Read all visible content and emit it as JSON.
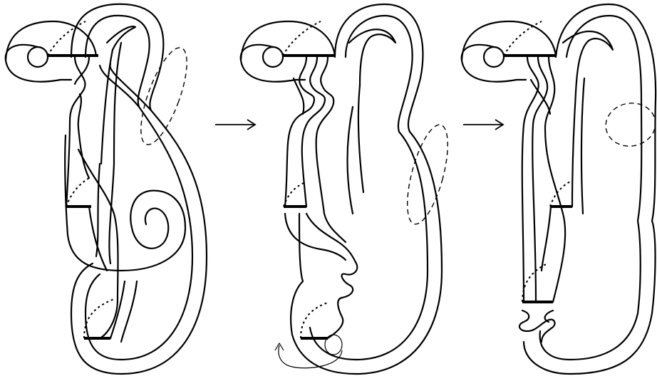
{
  "diagram": {
    "panels": [
      {
        "id": "panel-1",
        "pieces": [
          "disk-loop",
          "ribbon-bars",
          "twisted-strands",
          "dashed-ellipse"
        ]
      },
      {
        "id": "panel-2",
        "pieces": [
          "disk-loop",
          "ribbon-bars",
          "braided-strands",
          "dashed-ellipse",
          "curved-arrow"
        ]
      },
      {
        "id": "panel-3",
        "pieces": [
          "disk-loop",
          "ribbon-bars",
          "twisted-strands",
          "dashed-ellipse"
        ]
      }
    ],
    "arrows": [
      {
        "id": "arrow-1",
        "from": "panel-1",
        "to": "panel-2"
      },
      {
        "id": "arrow-2",
        "from": "panel-2",
        "to": "panel-3"
      }
    ]
  }
}
